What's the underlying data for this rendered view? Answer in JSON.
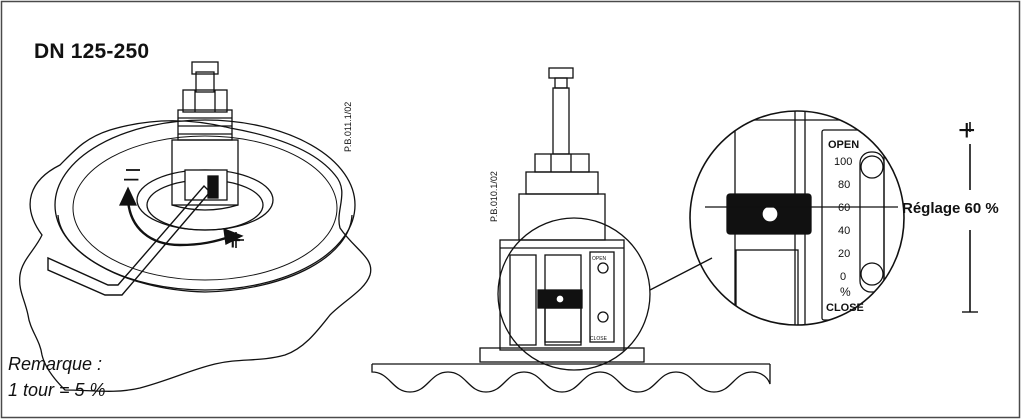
{
  "title": "DN 125-250",
  "note": {
    "line1": "Remarque :",
    "line2": "1 tour = 5 %"
  },
  "ref_left": "P.B.011.1/02",
  "ref_center": "P.B.010.1/02",
  "setting_label": "Réglage 60 %",
  "scale": {
    "open": "OPEN",
    "close": "CLOSE",
    "percent": "%",
    "ticks": [
      "100",
      "80",
      "60",
      "40",
      "20",
      "0"
    ],
    "setting_percent": 60
  },
  "symbols": {
    "minus": "–",
    "plus": "+"
  },
  "colors": {
    "line": "#111111",
    "frame": "#4a4a4a",
    "background": "#ffffff"
  }
}
